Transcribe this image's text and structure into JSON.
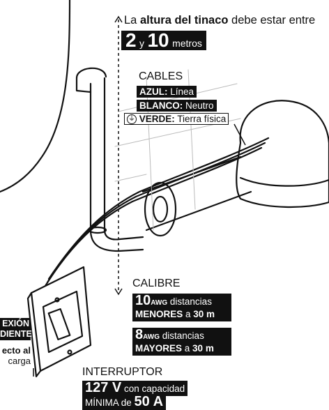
{
  "height_note": {
    "prefix": "La ",
    "bold": "altura del tinaco",
    "suffix": " debe estar entre",
    "num1": "2",
    "and": "y",
    "num2": "10",
    "unit": "metros"
  },
  "cables": {
    "title": "CABLES",
    "items": [
      {
        "label": "AZUL:",
        "value": "Línea"
      },
      {
        "label": "BLANCO:",
        "value": "Neutro"
      },
      {
        "label": "VERDE:",
        "value": "Tierra física"
      }
    ],
    "ground_icon": "ground-symbol-icon"
  },
  "calibre": {
    "title": "CALIBRE",
    "rows": [
      {
        "num": "10",
        "awg": "AWG",
        "text": "distancias",
        "bold": "MENORES",
        "mid": " a ",
        "dist": "30 m"
      },
      {
        "num": "8",
        "awg": "AWG",
        "text": "distancias",
        "bold": "MAYORES",
        "mid": " a ",
        "dist": "30 m"
      }
    ]
  },
  "interruptor": {
    "title": "INTERRUPTOR",
    "volt": "127 V",
    "line1_rest": "con capacidad",
    "line2_prefix": "MÍNIMA de",
    "amps": "50 A"
  },
  "conexion": {
    "line1": "EXIÓN",
    "line2": "DIENTE",
    "line3": "ecto al",
    "line4": "carga"
  },
  "colors": {
    "ink": "#111111",
    "paper": "#ffffff",
    "grey": "#dddddd"
  }
}
